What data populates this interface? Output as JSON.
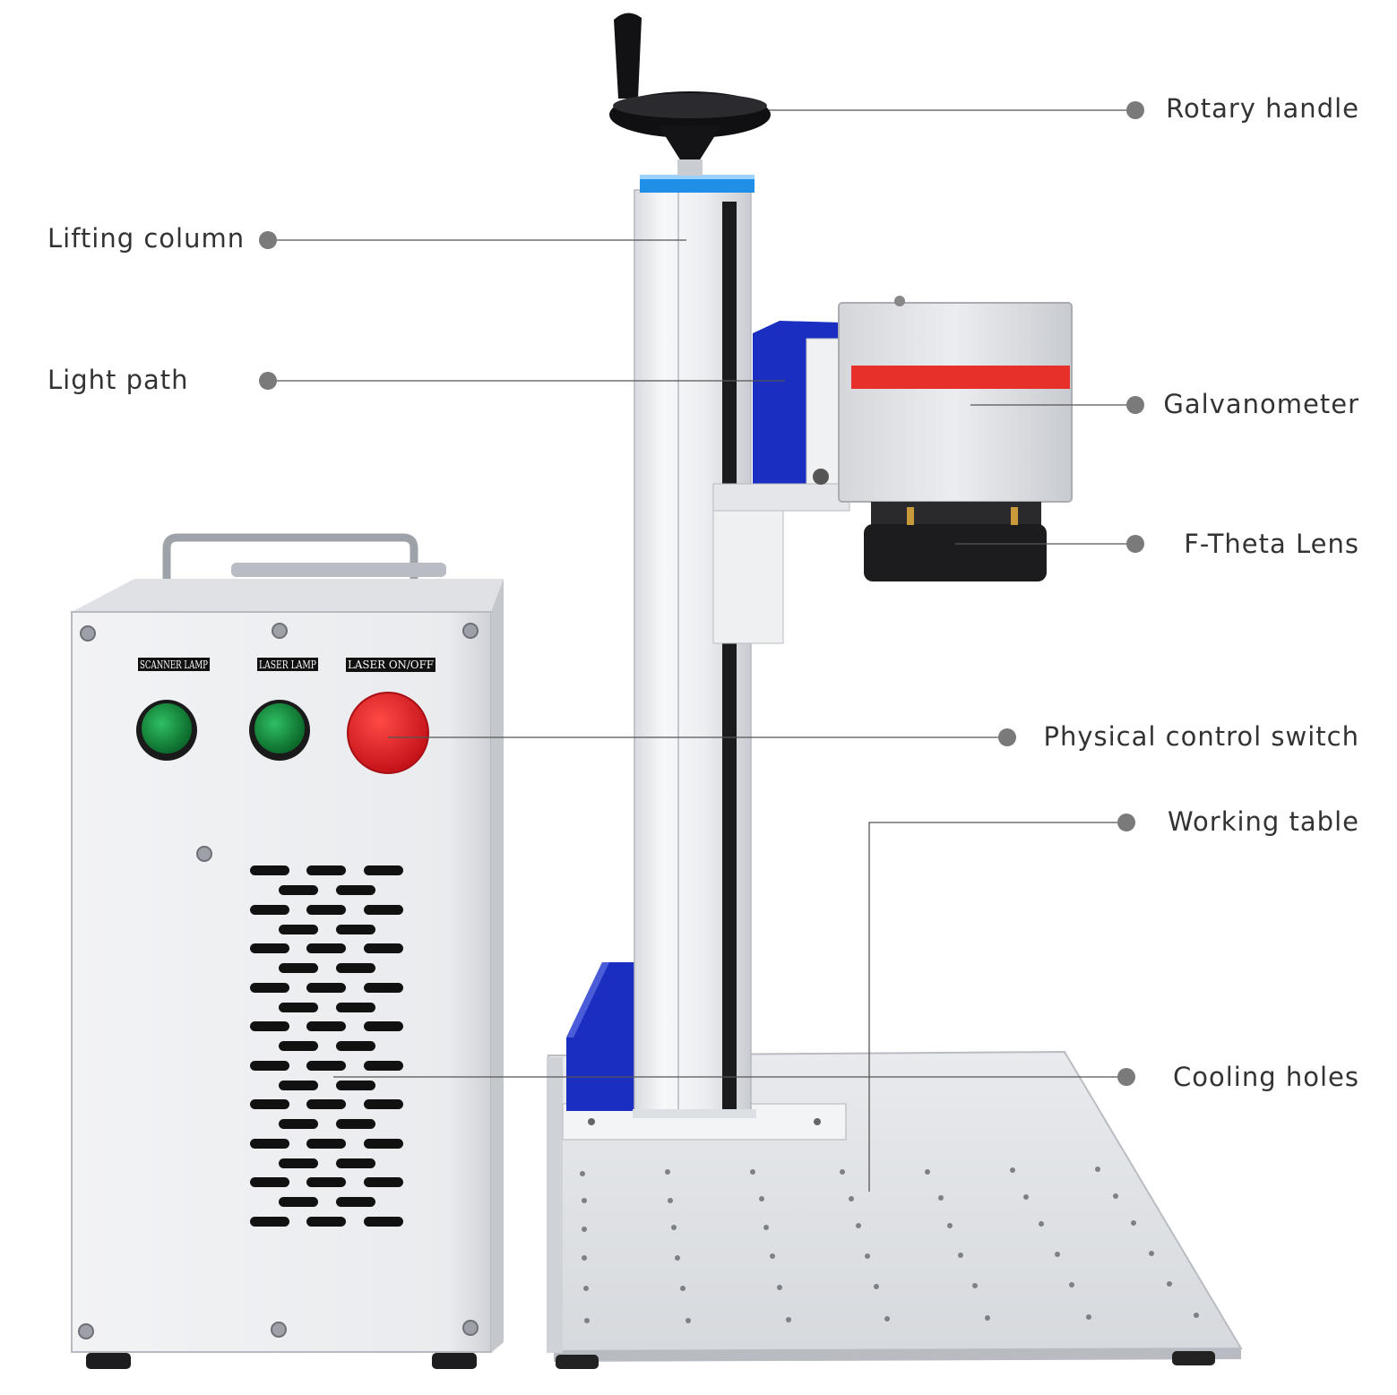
{
  "callouts": {
    "rotary_handle": "Rotary handle",
    "lifting_column": "Lifting column",
    "light_path": "Light path",
    "galvanometer": "Galvanometer",
    "f_theta_lens": "F-Theta Lens",
    "physical_control_switch": "Physical control switch",
    "working_table": "Working table",
    "cooling_holes": "Cooling holes"
  },
  "panel": {
    "scanner_lamp": "SCANNER LAMP",
    "laser_lamp": "LASER LAMP",
    "laser_on_off": "LASER ON/OFF"
  },
  "colors": {
    "accent_blue": "#1a2fc0",
    "galvo_stripe": "#e8302a",
    "lamp_green": "#1a8a3e",
    "switch_red": "#e21d24",
    "callout_dot": "#7a7a7a"
  }
}
